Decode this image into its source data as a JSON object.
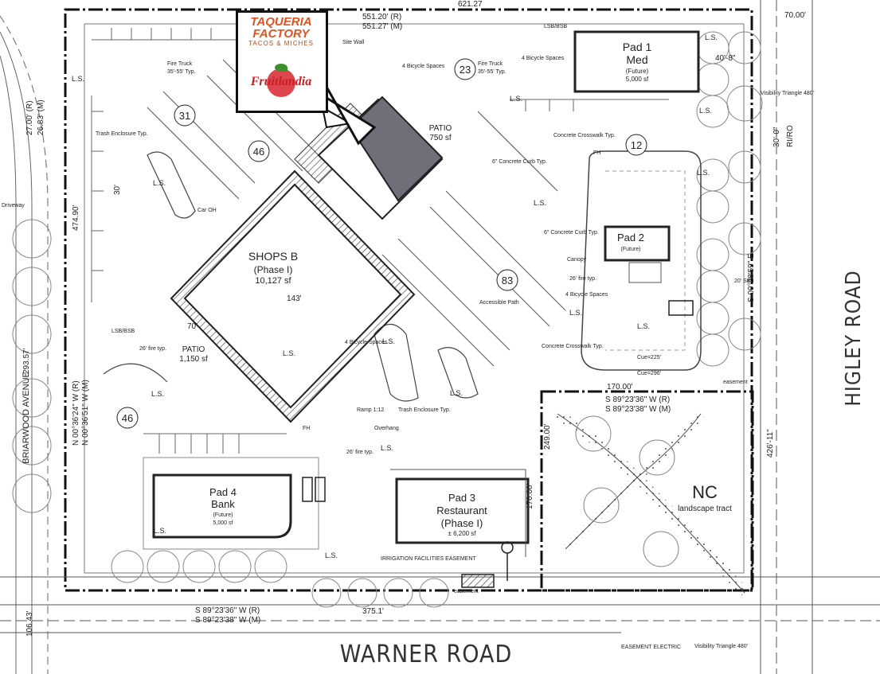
{
  "roads": {
    "warner": "WARNER ROAD",
    "higley": "HIGLEY ROAD",
    "briarwood": "BRIARWOOD AVENUE"
  },
  "buildings": {
    "shops_b": {
      "name": "SHOPS B",
      "phase": "(Phase I)",
      "area": "10,127 sf"
    },
    "pad1": {
      "name": "Pad 1",
      "use": "Med",
      "status": "(Future)",
      "area": "5,000 sf"
    },
    "pad2": {
      "name": "Pad 2",
      "status": "(Future)"
    },
    "pad3": {
      "name": "Pad 3",
      "use": "Restaurant",
      "phase": "(Phase I)",
      "area": "± 6,200 sf"
    },
    "pad4": {
      "name": "Pad 4",
      "use": "Bank",
      "status": "(Future)",
      "area": "5,000 sf"
    }
  },
  "patios": {
    "north": {
      "label": "PATIO",
      "area": "750 sf"
    },
    "south": {
      "label": "PATIO",
      "area": "1,150 sf"
    }
  },
  "tenant_logos": {
    "logo1_line1": "TAQUERIA",
    "logo1_line2": "FACTORY",
    "logo1_tagline": "TACOS & MICHES",
    "logo2": "Fruitlandia"
  },
  "nc_tract": {
    "code": "NC",
    "desc": "landscape tract"
  },
  "parking_counts": [
    "31",
    "46",
    "23",
    "12",
    "83",
    "46"
  ],
  "dimensions": {
    "top_r": "551.20' (R)",
    "top_m": "551.27' (M)",
    "top_left": "621.27",
    "right_top": "70.00'",
    "bottom_r": "S 89°23'36\" W (R)",
    "bottom_m": "S 89°23'38\" W (M)",
    "inner_r": "S 89°23'36\" W (R)",
    "inner_m": "S 89°23'38\" W (M)",
    "mid_170": "170.00'",
    "nc_depth": "426'-11\"",
    "right_30": "30'-0\"",
    "ri_ro": "RI/RO",
    "left_474": "474.90'",
    "left_293": "293.57'",
    "left_bearing1": "N 00°36'24\" W (R)",
    "left_bearing2": "N 00°36'51\" W (M)",
    "right_bearing": "S 00°28'59\" E",
    "d375": "375.1'",
    "d249": "249.00'",
    "d170b": "170.00'",
    "d143": "143'",
    "d70": "70'",
    "d106": "106.43'",
    "d27": "27.00' (R)",
    "d26": "26.83' (M)",
    "d30": "30'",
    "d40": "40'-8\""
  },
  "notes": {
    "site_wall": "Site Wall",
    "fire_truck": "Fire Truck",
    "fire_truck_size": "35'-55' Typ.",
    "bicycle": "4 Bicycle Spaces",
    "trash": "Trash Enclosure Typ.",
    "car_oh": "Car OH",
    "ls": "L.S.",
    "concrete_curb": "6\" Concrete Curb Typ.",
    "concrete_crosswalk": "Concrete Crosswalk Typ.",
    "canopy": "Canopy",
    "fire_typ": "26' fire typ.",
    "accessible_path": "Accessible Path",
    "ramp": "Ramp 1:12",
    "overhang": "Overhang",
    "fh": "FH",
    "cue1": "Cue=225'",
    "cue2": "Cue=296'",
    "visibility": "Visibility Triangle 480'",
    "easement": "easement",
    "lsb": "LSB/BSB",
    "irrigation": "IRRIGATION FACILITIES EASEMENT",
    "sb": "20' SB",
    "driveway": "Driveway",
    "electric": "EASEMENT ELECTRIC"
  }
}
